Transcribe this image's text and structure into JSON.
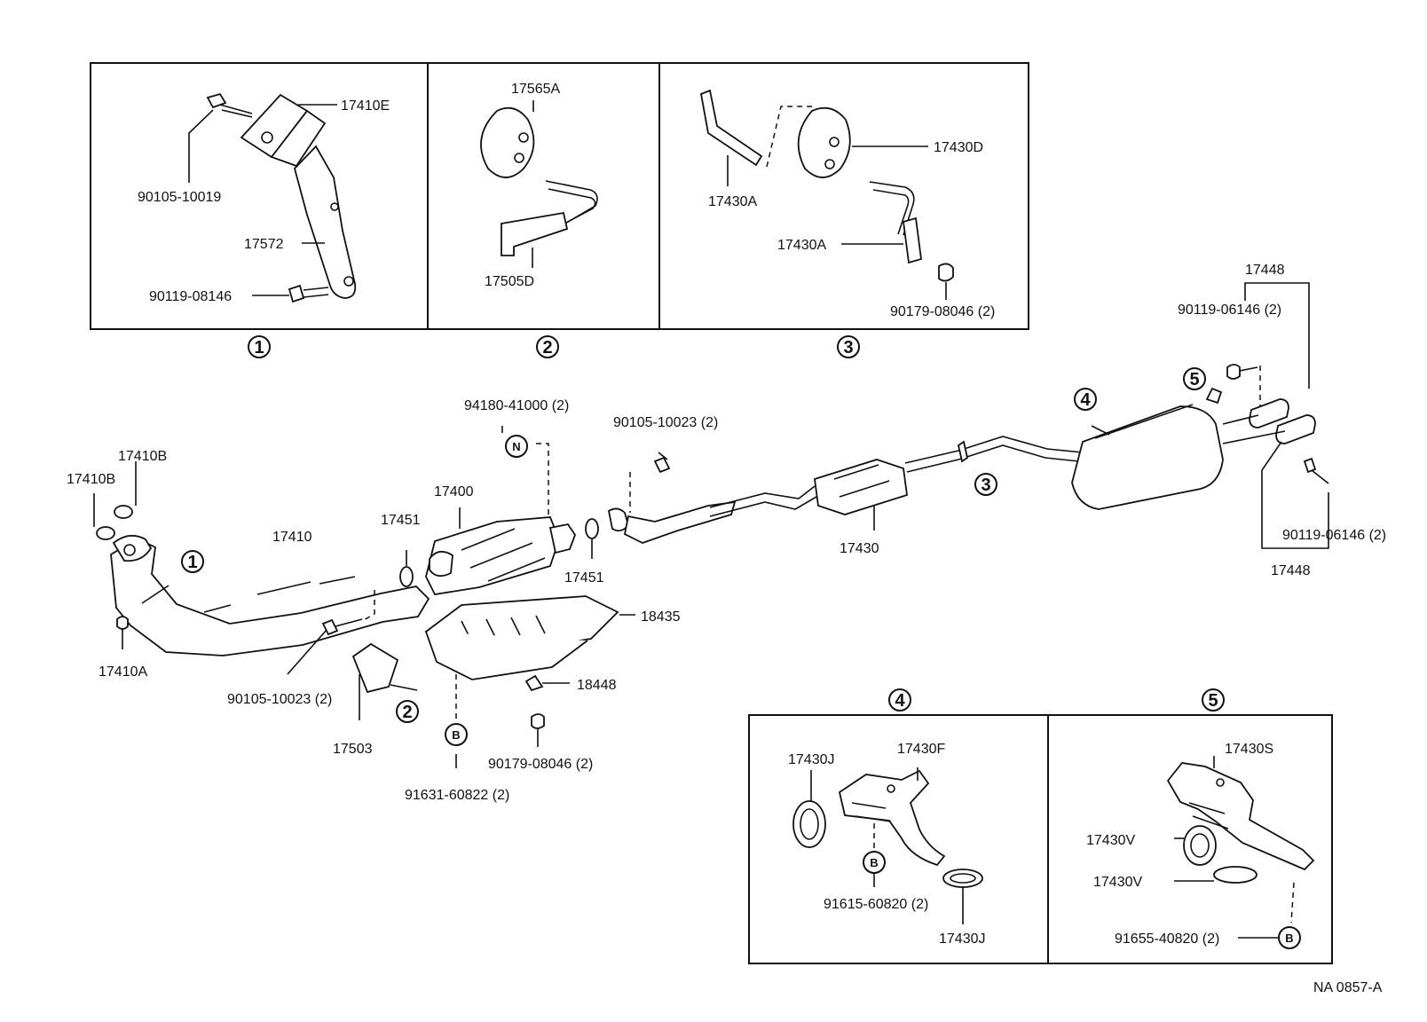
{
  "inset_captions": {
    "c1": "1",
    "c2": "2",
    "c3": "3",
    "c4": "4",
    "c5": "5"
  },
  "labels": {
    "p17410E": "17410E",
    "p90105_10019": "90105-10019",
    "p17572": "17572",
    "p90119_08146": "90119-08146",
    "p17565A": "17565A",
    "p17505D": "17505D",
    "p17430A_top": "17430A",
    "p17430D": "17430D",
    "p17430A_mid": "17430A",
    "p90179_08046_top": "90179-08046 (2)",
    "p17448_top": "17448",
    "p90119_06146_top": "90119-06146 (2)",
    "p94180_41000": "94180-41000 (2)",
    "p90105_10023_top": "90105-10023 (2)",
    "p17410B_a": "17410B",
    "p17410B_b": "17410B",
    "p17400": "17400",
    "p17451_left": "17451",
    "p17410": "17410",
    "p17451_right": "17451",
    "p17430": "17430",
    "p90119_06146_right": "90119-06146 (2)",
    "p17448_bottom": "17448",
    "p18435": "18435",
    "p17410A": "17410A",
    "p90105_10023_bottom": "90105-10023 (2)",
    "p18448": "18448",
    "p17503": "17503",
    "p90179_08046_bottom": "90179-08046 (2)",
    "p91631_60822": "91631-60822 (2)",
    "p17430J_top": "17430J",
    "p17430F": "17430F",
    "p91615_60820": "91615-60820 (2)",
    "p17430J_bottom": "17430J",
    "p17430S": "17430S",
    "p17430V_a": "17430V",
    "p17430V_b": "17430V",
    "p91655_40820": "91655-40820 (2)",
    "code": "NA 0857-A"
  },
  "callouts": {
    "N": "N",
    "B1": "B",
    "B2": "B",
    "B3": "B",
    "mark1": "1",
    "mark2": "2",
    "mark3": "3",
    "mark4": "4",
    "mark5": "5"
  }
}
